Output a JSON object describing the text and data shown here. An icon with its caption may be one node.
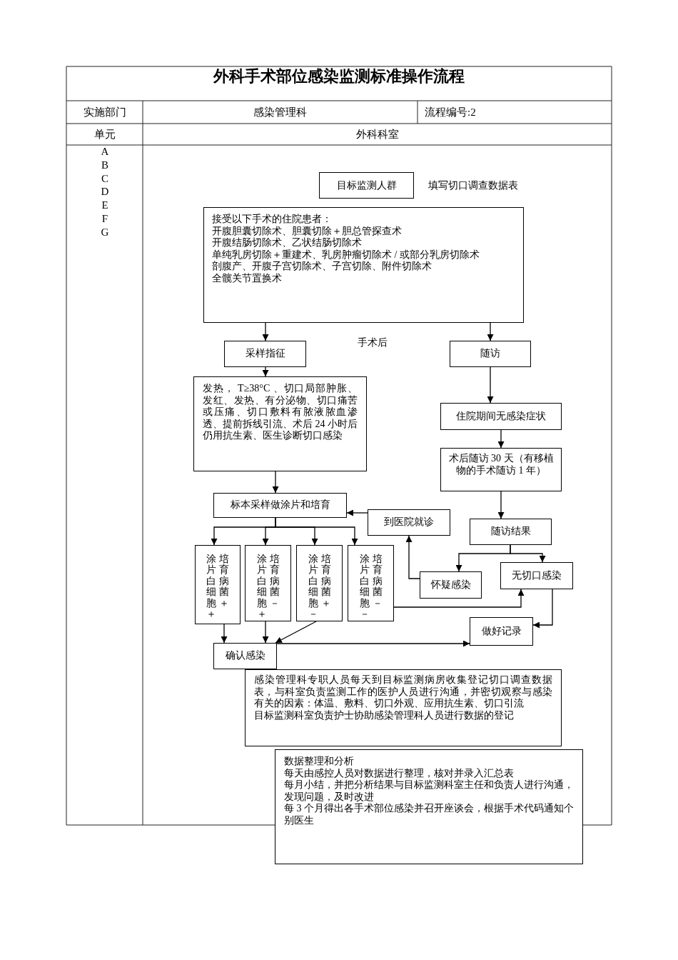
{
  "diagram": {
    "title": "外科手术部位感染监测标准操作流程",
    "nodes": [
      {
        "text": [
          "目标监测人群"
        ]
      },
      {
        "text": [
          "接受以下手术的住院患者：",
          "开腹胆囊切除术、胆囊切除＋胆总管探查术",
          "开腹结肠切除术、乙状结肠切除术",
          "单纯乳房切除＋重建术、乳房肿瘤切除术 / 或部分乳房切除术",
          "剖腹产、开腹子宫切除术、子宫切除、附件切除术",
          "全髋关节置换术"
        ]
      },
      {
        "text": [
          "采样指征"
        ]
      },
      {
        "text": [
          "随访"
        ]
      },
      {
        "text": [
          "发热， T≥38°C 、切口局部肿胀、发红、发热、有分泌物、切口痛苦或压痛、切口敷料有脓液脓血渗透、提前拆线引流、术后 24 小时后仍用抗生素、医生诊断切口感染"
        ]
      },
      {
        "text": [
          "住院期间无感染症状"
        ]
      },
      {
        "text": [
          "术后随访 30 天（有移植物的手术随访 1 年）"
        ]
      },
      {
        "text": [
          "标本采样做涂片和培育"
        ]
      },
      {
        "text": [
          "到医院就诊"
        ]
      },
      {
        "text": [
          "随访结果"
        ]
      },
      {
        "text": [
          "涂片白细胞＋",
          "培育病菌＋"
        ]
      },
      {
        "text": [
          "涂片白细胞＋",
          "培育病菌－"
        ]
      },
      {
        "text": [
          "涂片白细胞－",
          "培育病菌＋"
        ]
      },
      {
        "text": [
          "涂片白细胞－",
          "培育病菌－"
        ]
      },
      {
        "text": [
          "怀疑感染"
        ]
      },
      {
        "text": [
          "无切口感染"
        ]
      },
      {
        "text": [
          "做好记录"
        ]
      },
      {
        "text": [
          "确认感染"
        ]
      },
      {
        "text": [
          "感染管理科专职人员每天到目标监测病房收集登记切口调查数据表，与科室负责监测工作的医护人员进行沟通，并密切观察与感染有关的因素：体温、敷料、切口外观、应用抗生素、切口引流",
          "目标监测科室负责护士协助感染管理科人员进行数据的登记"
        ]
      },
      {
        "text": [
          "数据整理和分析",
          "每天由感控人员对数据进行整理，核对并录入汇总表",
          "每月小结，并把分析结果与目标监测科室主任和负责人进行沟通，发现问题，及时改进",
          "每 3 个月得出各手术部位感染并召开座谈会，根据手术代码通知个别医生"
        ]
      }
    ],
    "edges": [
      {
        "from": 1,
        "to": 2,
        "arrow": "to"
      },
      {
        "from": 1,
        "to": 3,
        "arrow": "to"
      },
      {
        "from": 2,
        "to": 4,
        "arrow": "to"
      },
      {
        "from": 4,
        "to": 7,
        "arrow": "to"
      },
      {
        "from": 3,
        "to": 5,
        "arrow": "to"
      },
      {
        "from": 5,
        "to": 6,
        "arrow": "to"
      },
      {
        "from": 6,
        "to": 9,
        "arrow": "to"
      },
      {
        "from": 7,
        "to": 10,
        "arrow": "to"
      },
      {
        "from": 7,
        "to": 11,
        "arrow": "to"
      },
      {
        "from": 7,
        "to": 12,
        "arrow": "to"
      },
      {
        "from": 7,
        "to": 13,
        "arrow": "to"
      },
      {
        "from": 8,
        "to": 7,
        "arrow": "to"
      },
      {
        "from": 9,
        "to": 14,
        "arrow": "to"
      },
      {
        "from": 9,
        "to": 15,
        "arrow": "to"
      },
      {
        "from": 14,
        "to": 8,
        "arrow": "to"
      },
      {
        "from": 13,
        "to": 15,
        "arrow": "to"
      },
      {
        "from": 15,
        "to": 16,
        "arrow": "to"
      },
      {
        "from": 10,
        "to": 17,
        "arrow": "to"
      },
      {
        "from": 11,
        "to": 17,
        "arrow": "to"
      },
      {
        "from": 12,
        "to": 17,
        "arrow": "to"
      },
      {
        "from": 17,
        "to": 16,
        "arrow": "to"
      }
    ],
    "labels": [
      "实施部门",
      "感染管理科",
      "流程编号:2",
      "单元",
      "外科科室",
      "A",
      "B",
      "C",
      "D",
      "E",
      "F",
      "G",
      "填写切口调查数据表",
      "手术后"
    ]
  }
}
